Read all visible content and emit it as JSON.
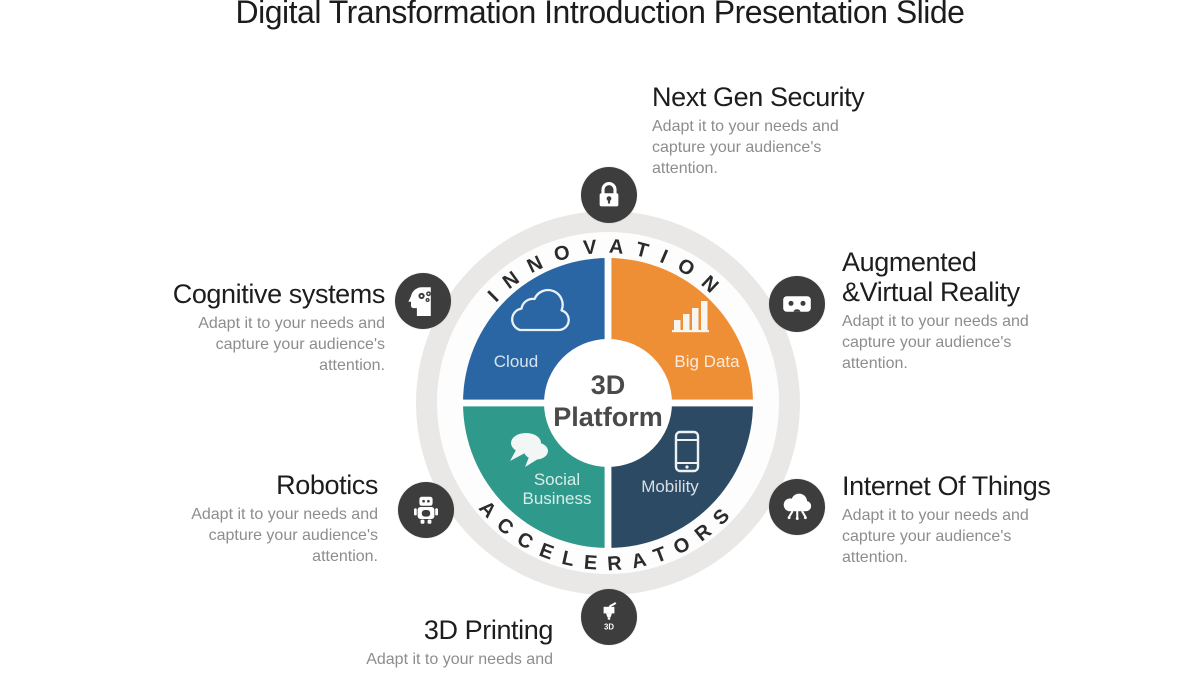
{
  "title": "Digital Transformation Introduction Presentation Slide",
  "wheel": {
    "arc_top": "INNOVATION",
    "arc_bottom": "ACCELERATORS",
    "center_line1": "3D",
    "center_line2": "Platform",
    "quadrants": {
      "cloud": {
        "label": "Cloud",
        "color": "#2b66a4",
        "icon": "cloud-icon"
      },
      "big_data": {
        "label": "Big Data",
        "color": "#ef8f35",
        "icon": "bar-chart-icon"
      },
      "social": {
        "label_line1": "Social",
        "label_line2": "Business",
        "color": "#2f9a8c",
        "icon": "chat-bubbles-icon"
      },
      "mobility": {
        "label": "Mobility",
        "color": "#2c4a63",
        "icon": "smartphone-icon"
      }
    }
  },
  "satellites": {
    "security": {
      "title": "Next Gen Security",
      "desc1": "Adapt it to your needs and",
      "desc2": "capture your audience's",
      "desc3": "attention.",
      "icon": "lock-icon"
    },
    "arvr": {
      "title_line1": "Augmented",
      "title_line2": "&Virtual Reality",
      "desc1": "Adapt it to your needs and",
      "desc2": "capture your audience's",
      "desc3": "attention.",
      "icon": "vr-headset-icon"
    },
    "iot": {
      "title": "Internet Of Things",
      "desc1": "Adapt it to your needs and",
      "desc2": "capture your audience's",
      "desc3": "attention.",
      "icon": "iot-cloud-icon"
    },
    "cognitive": {
      "title": "Cognitive systems",
      "desc1": "Adapt it to your needs and",
      "desc2": "capture your audience's",
      "desc3": "attention.",
      "icon": "head-gears-icon"
    },
    "robotics": {
      "title": "Robotics",
      "desc1": "Adapt it to your needs and",
      "desc2": "capture your audience's",
      "desc3": "attention.",
      "icon": "robot-icon"
    },
    "printing": {
      "title": "3D Printing",
      "desc1": "Adapt it to your needs and",
      "icon": "printer-3d-icon",
      "icon_label": "3D"
    }
  },
  "colors": {
    "satellite_circle": "#3d3d3d",
    "ring_outer": "#e9e8e6",
    "heading_text": "#1d1d1d",
    "desc_text": "#8d8d8d",
    "arc_text": "#2b2b2b"
  }
}
